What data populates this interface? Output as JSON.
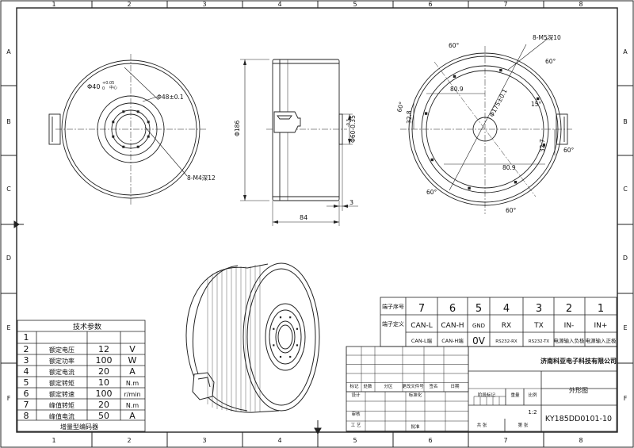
{
  "border": {
    "cols": [
      "1",
      "2",
      "3",
      "4",
      "5",
      "6",
      "7",
      "8"
    ],
    "rows": [
      "A",
      "B",
      "C",
      "D",
      "E",
      "F"
    ]
  },
  "front_view": {
    "bore_dim": "Φ40",
    "bore_tol": "+0.05",
    "bore_tol2": "0",
    "bore_note": "中心",
    "pcd_dim": "Φ48±0.1",
    "holes_note": "8-M4深12"
  },
  "side_view": {
    "dia": "Φ186",
    "spigot": "Φ60-0.35",
    "spigot_tol": "-0.3",
    "length": "84",
    "step": "3"
  },
  "rear_view": {
    "holes_note": "8-M5深10",
    "pcd": "Φ175±0.1",
    "ang_top": "60°",
    "ang_tr": "60°",
    "ang_left": "60°",
    "ang_right": "60°",
    "ang_bl": "60°",
    "ang_bot": "60°",
    "ang_small": "15°",
    "dim_x1": "80.9",
    "dim_y1": "32.8",
    "dim_y2": "32.7",
    "dim_x2": "80.9"
  },
  "params": {
    "title": "技术参数",
    "rows": [
      {
        "n": "1",
        "name": "",
        "val": "",
        "unit": ""
      },
      {
        "n": "2",
        "name": "额定电压",
        "val": "12",
        "unit": "V"
      },
      {
        "n": "3",
        "name": "额定功率",
        "val": "100",
        "unit": "W"
      },
      {
        "n": "4",
        "name": "额定电流",
        "val": "20",
        "unit": "A"
      },
      {
        "n": "5",
        "name": "额定转矩",
        "val": "10",
        "unit": "N.m"
      },
      {
        "n": "6",
        "name": "额定转速",
        "val": "100",
        "unit": "r/min"
      },
      {
        "n": "7",
        "name": "峰值转矩",
        "val": "20",
        "unit": "N.m"
      },
      {
        "n": "8",
        "name": "峰值电流",
        "val": "50",
        "unit": "A"
      }
    ],
    "footer": "增量型编码器"
  },
  "terminals": {
    "label_no": "端子序号",
    "label_def": "端子定义",
    "numbers": [
      "7",
      "6",
      "5",
      "4",
      "3",
      "2",
      "1"
    ],
    "defs": [
      "CAN-L",
      "CAN-H",
      "GND",
      "RX",
      "TX",
      "IN-",
      "IN+"
    ],
    "notes": [
      "CAN-L端",
      "CAN-H端",
      "0V",
      "RS232-RX",
      "RS232-TX",
      "电源输入负极",
      "电源输入正极"
    ]
  },
  "titleblock": {
    "company": "济南科亚电子科技有限公司",
    "drawing_name": "外形图",
    "h_mark": "标记",
    "h_count": "处数",
    "h_zone": "分区",
    "h_docno": "更改文件号",
    "h_sign": "签名",
    "h_date": "日期",
    "design": "设计",
    "standard": "标准化",
    "stage_mark": "阶段标记",
    "weight": "重量",
    "scale_h": "比例",
    "scale": "1:2",
    "check": "审核",
    "craft": "工 艺",
    "approve": "批准",
    "sheets_total": "共 张",
    "sheet_no": "第 张",
    "drawing_no": "KY185DD0101-10"
  }
}
